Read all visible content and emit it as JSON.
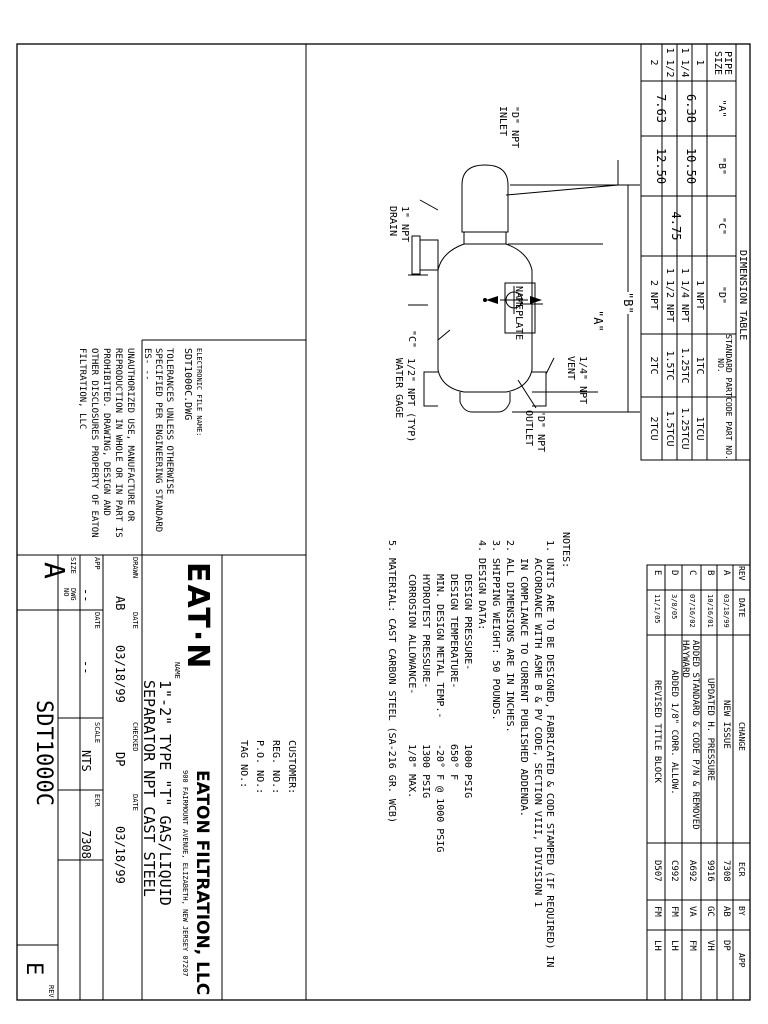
{
  "dimension_table": {
    "title": "DIMENSION TABLE",
    "headers": [
      "PIPE SIZE",
      "\"A\"",
      "\"B\"",
      "\"C\"",
      "\"D\"",
      "STANDARD PART NO.",
      "CODE PART NO."
    ],
    "rows": [
      {
        "pipe": "1",
        "a": "6.38",
        "b": "10.50",
        "c": "4.75",
        "d": "1 NPT",
        "std": "1TC",
        "code": "1TCU"
      },
      {
        "pipe": "1 1/4",
        "a": "",
        "b": "",
        "c": "",
        "d": "1 1/4 NPT",
        "std": "1.25TC",
        "code": "1.25TCU"
      },
      {
        "pipe": "1 1/2",
        "a": "7.63",
        "b": "12.50",
        "c": "",
        "d": "1 1/2 NPT",
        "std": "1.5TC",
        "code": "1.5TCU"
      },
      {
        "pipe": "2",
        "a": "",
        "b": "",
        "c": "",
        "d": "2 NPT",
        "std": "2TC",
        "code": "2TCU"
      }
    ]
  },
  "drawing": {
    "inlet": "\"D\" NPT INLET",
    "b_dim": "\"B\"",
    "a_dim": "\"A\"",
    "c_dim": "\"C\"",
    "nameplate": "NAMEPLATE",
    "vent": "1/4\" NPT VENT",
    "outlet": "\"D\" NPT OUTLET",
    "water_gage": "1/2\" NPT (TYP) WATER GAGE",
    "drain": "1\" NPT DRAIN"
  },
  "file_info": {
    "label": "ELECTRONIC FILE NAME:",
    "name": "SDT1000C.DWG",
    "tolerance": "TOLERANCES UNLESS OTHERWISE SPECIFIED PER ENGINEERING STANDARD ES- --",
    "notice": "UNAUTHORIZED USE, MANUFACTURE OR REPRODUCTION IN WHOLE OR IN PART IS PROHIBITED. DRAWING, DESIGN AND OTHER DISCLOSURES PROPERTY OF EATON FILTRATION, LLC"
  },
  "revisions": {
    "headers": [
      "REV",
      "DATE",
      "CHANGE",
      "ECR",
      "BY",
      "APP"
    ],
    "rows": [
      {
        "rev": "A",
        "date": "03/18/99",
        "change": "NEW ISSUE",
        "ecr": "7308",
        "by": "AB",
        "app": "DP"
      },
      {
        "rev": "B",
        "date": "10/16/01",
        "change": "UPDATED H. PRESSURE",
        "ecr": "9916",
        "by": "GC",
        "app": "VH"
      },
      {
        "rev": "C",
        "date": "07/16/02",
        "change": "ADDED STANDARD & CODE P/N & REMOVED HAYWARD",
        "ecr": "A692",
        "by": "VA",
        "app": "FM"
      },
      {
        "rev": "D",
        "date": "3/8/05",
        "change": "ADDED 1/8\" CORR. ALLOW.",
        "ecr": "C992",
        "by": "FM",
        "app": "LH"
      },
      {
        "rev": "E",
        "date": "11/1/05",
        "change": "REVISED TITLE BLOCK",
        "ecr": "D507",
        "by": "FM",
        "app": "LH"
      }
    ]
  },
  "notes": {
    "title": "NOTES:",
    "lines": [
      "1. UNITS ARE TO BE DESIGNED, FABRICATED & CODE STAMPED (IF REQUIRED) IN",
      "   ACCORDANCE WITH ASME B & PV CODE, SECTION VIII, DIVISION 1",
      "   IN COMPLIANCE TO CURRENT PUBLISHED ADDENDA.",
      "2. ALL DIMENSIONS ARE IN INCHES.",
      "3. SHIPPING WEIGHT: 50 POUNDS.",
      "4. DESIGN DATA:"
    ],
    "design_data": [
      {
        "label": "DESIGN PRESSURE-",
        "value": "1000 PSIG"
      },
      {
        "label": "DESIGN TEMPERATURE-",
        "value": "650° F"
      },
      {
        "label": "MIN. DESIGN METAL TEMP.-",
        "value": "-20° F @ 1000 PSIG"
      },
      {
        "label": "HYDROTEST PRESSURE-",
        "value": "1300 PSIG"
      },
      {
        "label": "CORROSION ALLOWANCE-",
        "value": "1/8\" MAX."
      }
    ],
    "material": "5. MATERIAL: CAST CARBON STEEL (SA-216 GR. WCB)"
  },
  "title_block": {
    "customer": "CUSTOMER:",
    "reg": "REG. NO.:",
    "po": "P.O. NO.:",
    "tag": "TAG NO.:",
    "logo": "EAT·N",
    "company": "EATON FILTRATION, LLC",
    "address": "900 FAIRMOUNT AVENUE, ELIZABETH, NEW JERSEY 07207",
    "name_label": "NAME",
    "name_line1": "1\"-2\" TYPE \"T\" GAS/LIQUID",
    "name_line2": "SEPARATOR NPT CAST STEEL",
    "drawn_label": "DRAWN",
    "drawn": "AB",
    "date_label": "DATE",
    "drawn_date": "03/18/99",
    "checked_label": "CHECKED",
    "checked": "DP",
    "checked_date": "03/18/99",
    "app_label": "APP",
    "app": "--",
    "app_date": "--",
    "scale_label": "SCALE",
    "scale": "NTS",
    "ecr_label": "ECR",
    "ecr": "7308",
    "size_label": "SIZE",
    "size": "A",
    "dwg_label": "DWG NO",
    "dwg": "SDT1000C",
    "rev_label": "REV",
    "rev": "E"
  }
}
